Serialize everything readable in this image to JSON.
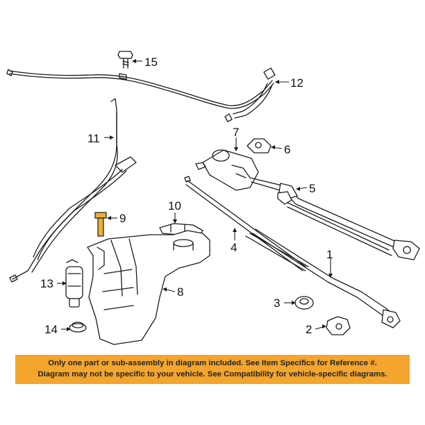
{
  "diagram": {
    "callouts": [
      "1",
      "2",
      "3",
      "4",
      "5",
      "6",
      "7",
      "8",
      "9",
      "10",
      "11",
      "12",
      "13",
      "14",
      "15"
    ]
  },
  "disclaimer": {
    "line1": "Only one part or sub-assembly in diagram included. See Item Specifics for Reference #.",
    "line2": "Diagram may not be specific to your vehicle. See Compatibility for vehicle-specific diagrams.",
    "background_color": "#F3A52E"
  },
  "colors": {
    "highlight": "#E9B036"
  }
}
